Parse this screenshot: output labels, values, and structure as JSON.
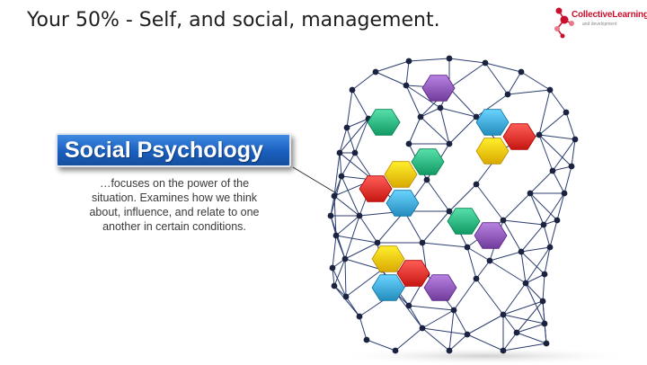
{
  "title": "Your 50% - Self, and social, management.",
  "logo": {
    "text": "CollectiveLearning",
    "subtext": "and development",
    "colors": {
      "primary": "#c8102e",
      "secondary": "#e87a8c"
    }
  },
  "banner": {
    "label": "Social Psychology",
    "color": "#1a5fbf"
  },
  "description": [
    "…focuses on the power of the",
    "situation.  Examines how we think",
    "about, influence, and relate to one",
    "another in certain conditions."
  ],
  "illustration": {
    "subject": "head-network",
    "colors": {
      "line": "#2c3e70",
      "node": "#1b2340",
      "green": "#2bb37e",
      "purple": "#8a55b5",
      "blue": "#3ea6d6",
      "yellow": "#f2c200",
      "red": "#e0302a"
    }
  }
}
